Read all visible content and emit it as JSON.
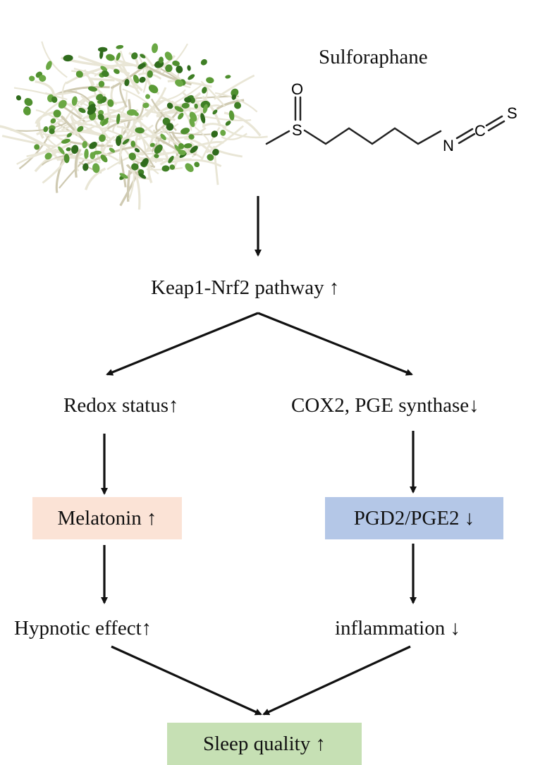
{
  "compound_name": "Sulforaphane",
  "structure_atoms": {
    "oxygen": "O",
    "sulfur": "S",
    "nitrogen": "N",
    "carbon": "C",
    "terminal_sulfur": "S"
  },
  "nodes": {
    "pathway": "Keap1-Nrf2 pathway ↑",
    "redox": "Redox status↑",
    "cox2": "COX2, PGE synthase↓",
    "melatonin": "Melatonin ↑",
    "pgd2": "PGD2/PGE2 ↓",
    "hypnotic": "Hypnotic effect↑",
    "inflammation": "inflammation ↓",
    "sleep": "Sleep quality ↑"
  },
  "colors": {
    "melatonin_box": "#fbe3d6",
    "pgd2_box": "#b4c7e7",
    "sleep_box": "#c6e0b4",
    "arrow": "#111111",
    "sprout_green": "#4f8f2f",
    "sprout_stem": "#e9e6d6"
  }
}
